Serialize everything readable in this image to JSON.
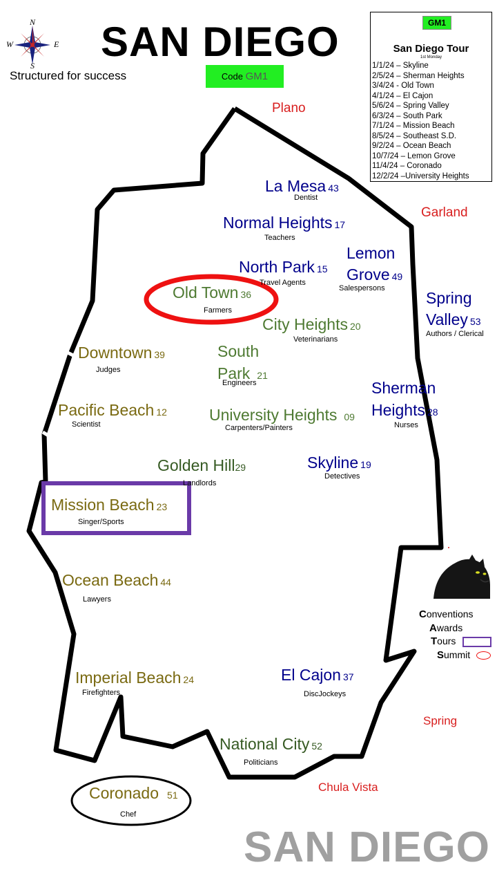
{
  "header": {
    "title": "SAN DIEGO",
    "tagline": "Structured for success",
    "code_prefix": "Code",
    "code_value": "GM1"
  },
  "compass": {
    "n": "N",
    "s": "S",
    "e": "E",
    "w": "W"
  },
  "legend": {
    "badge": "GM1",
    "title": "San Diego Tour",
    "subtitle": "1st Monday",
    "rows": [
      "1/1/24   – Skyline",
      "2/5/24   – Sherman Heights",
      "3/4/24   - Old Town",
      "4/1/24   – El Cajon",
      "5/6/24   – Spring Valley",
      "6/3/24   – South Park",
      "7/1/24   – Mission Beach",
      "8/5/24   – Southeast S.D.",
      "9/2/24   – Ocean Beach",
      "10/7/24 – Lemon Grove",
      "11/4/24 – Coronado",
      "12/2/24 –University Heights"
    ]
  },
  "outside_cities": {
    "plano": "Plano",
    "garland": "Garland",
    "spring": "Spring",
    "chula_vista": "Chula Vista"
  },
  "regions": {
    "la_mesa": {
      "name": "La Mesa",
      "num": "43",
      "job": "Dentist"
    },
    "normal_heights": {
      "name": "Normal Heights",
      "num": "17",
      "job": "Teachers"
    },
    "lemon_grove": {
      "line1": "Lemon",
      "line2": "Grove",
      "num": "49",
      "job": "Salespersons"
    },
    "north_park": {
      "name": "North Park",
      "num": "15",
      "job": "Travel Agents"
    },
    "old_town": {
      "name": "Old Town",
      "num": "36",
      "job": "Farmers"
    },
    "spring_valley": {
      "line1": "Spring",
      "line2": "Valley",
      "num": "53",
      "job": "Authors / Clerical"
    },
    "city_heights": {
      "name": "City Heights",
      "num": "20",
      "job": "Veterinarians"
    },
    "downtown": {
      "name": "Downtown",
      "num": "39",
      "job": "Judges"
    },
    "south_park": {
      "line1": "South",
      "line2": "Park",
      "num": "21",
      "job": "Engineers"
    },
    "sherman_heights": {
      "line1": "Sherman",
      "line2": "Heights",
      "num": "28",
      "job": "Nurses"
    },
    "pacific_beach": {
      "name": "Pacific Beach",
      "num": "12",
      "job": "Scientist"
    },
    "university_heights": {
      "name": "University Heights",
      "num": "09",
      "job": "Carpenters/Painters"
    },
    "golden_hill": {
      "name": "Golden Hill",
      "num": "29",
      "job": "Landlords"
    },
    "skyline": {
      "name": "Skyline",
      "num": "19",
      "job": "Detectives"
    },
    "mission_beach": {
      "name": "Mission Beach",
      "num": "23",
      "job": "Singer/Sports"
    },
    "ocean_beach": {
      "name": "Ocean Beach",
      "num": "44",
      "job": "Lawyers"
    },
    "imperial_beach": {
      "name": "Imperial Beach",
      "num": "24",
      "job": "Firefighters"
    },
    "el_cajon": {
      "name": "El Cajon",
      "num": "37",
      "job": "DiscJockeys"
    },
    "national_city": {
      "name": "National City",
      "num": "52",
      "job": "Politicians"
    },
    "coronado": {
      "name": "Coronado",
      "num": "51",
      "job": "Chef"
    }
  },
  "cats": {
    "c": {
      "initial": "C",
      "rest": "onventions"
    },
    "a": {
      "initial": "A",
      "rest": "wards"
    },
    "t": {
      "initial": "T",
      "rest": "ours"
    },
    "s": {
      "initial": "S",
      "rest": "ummit"
    }
  },
  "colors": {
    "region_blue": "#00008b",
    "region_green": "#4e7a32",
    "region_olive": "#7a6a12",
    "highlight_red": "#ee1111",
    "highlight_purple": "#6a3aa8",
    "badge_green": "#22ee22"
  },
  "footer": {
    "title": "SAN DIEGO"
  }
}
